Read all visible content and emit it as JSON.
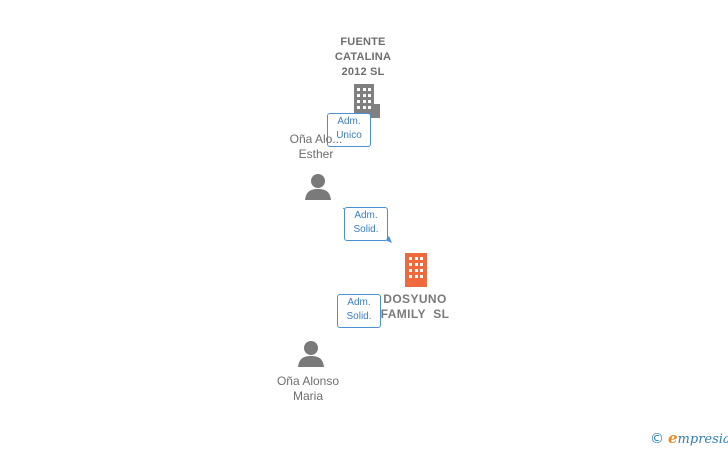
{
  "nodes": {
    "fuente": {
      "name_lines": [
        "FUENTE",
        "CATALINA",
        "2012 SL"
      ]
    },
    "esther": {
      "name_lines": [
        "Oña Alo...",
        "Esther"
      ]
    },
    "dosyuno": {
      "name_lines": [
        "DOSYUNO",
        "FAMILY  SL"
      ]
    },
    "maria": {
      "name_lines": [
        "Oña Alonso",
        "Maria"
      ]
    }
  },
  "roles": {
    "fuente_esther": {
      "lines": [
        "Adm.",
        "Unico"
      ]
    },
    "esther_dosyuno": {
      "lines": [
        "Adm.",
        "Solid."
      ]
    },
    "maria_dosyuno": {
      "lines": [
        "Adm.",
        "Solid."
      ]
    }
  },
  "colors": {
    "company_icon": "#808080",
    "main_company_icon": "#ee6a3c",
    "person_icon": "#7a7a7a",
    "edge": "#4a90d9"
  },
  "brand": {
    "copyright": "©",
    "initial": "e",
    "rest": "mpresia"
  }
}
